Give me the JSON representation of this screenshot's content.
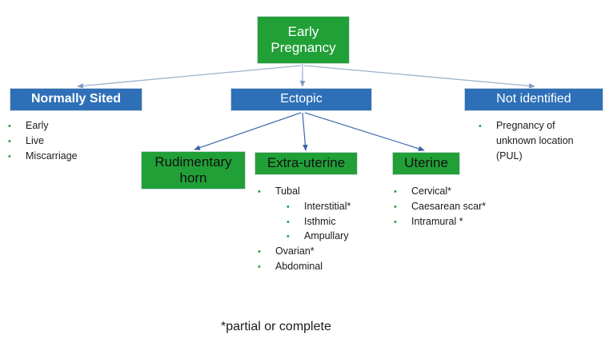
{
  "diagram": {
    "title_node": {
      "label": "Early\nPregnancy",
      "color": "#21A038",
      "text_color": "#ffffff"
    },
    "level2": [
      {
        "id": "normally-sited",
        "label": "Normally Sited",
        "color": "#2E70B8"
      },
      {
        "id": "ectopic",
        "label": "Ectopic",
        "color": "#2E70B8"
      },
      {
        "id": "not-identified",
        "label": "Not identified",
        "color": "#2E70B8"
      }
    ],
    "level3": [
      {
        "id": "rudimentary-horn",
        "label": "Rudimentary\nhorn",
        "color": "#21A038"
      },
      {
        "id": "extra-uterine",
        "label": "Extra-uterine",
        "color": "#21A038"
      },
      {
        "id": "uterine",
        "label": "Uterine",
        "color": "#21A038"
      }
    ],
    "lists": {
      "normally_sited": [
        {
          "text": "Early",
          "level": 1
        },
        {
          "text": "Live",
          "level": 1
        },
        {
          "text": "Miscarriage",
          "level": 1
        }
      ],
      "not_identified": [
        {
          "text": "Pregnancy of unknown location (PUL)",
          "level": 1
        }
      ],
      "extra_uterine": [
        {
          "text": "Tubal",
          "level": 1
        },
        {
          "text": "Interstitial*",
          "level": 2
        },
        {
          "text": "Isthmic",
          "level": 2
        },
        {
          "text": "Ampullary",
          "level": 2
        },
        {
          "text": "Ovarian*",
          "level": 1
        },
        {
          "text": "Abdominal",
          "level": 1
        }
      ],
      "uterine": [
        {
          "text": "Cervical*",
          "level": 1
        },
        {
          "text": "Caesarean scar*",
          "level": 1
        },
        {
          "text": "Intramural *",
          "level": 1
        }
      ]
    },
    "footnote": "*partial or complete",
    "bullet_glyph": "•",
    "colors": {
      "green": "#21A038",
      "blue": "#2E70B8",
      "connector_light": "#9BB2CE",
      "connector_dark": "#3D64A8",
      "bullet": "#21A038"
    }
  }
}
